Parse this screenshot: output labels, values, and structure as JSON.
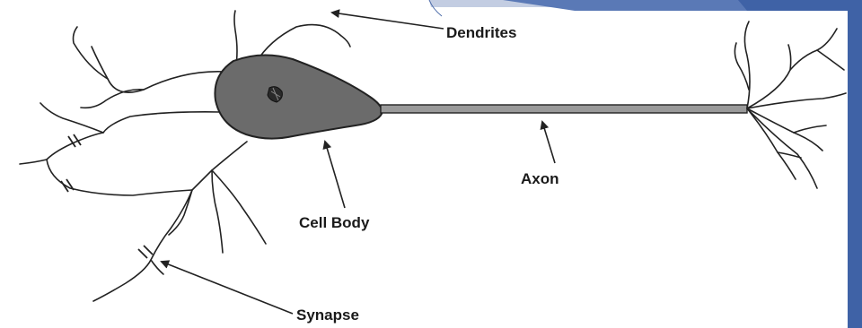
{
  "labels": {
    "dendrites": "Dendrites",
    "cell_body": "Cell Body",
    "axon": "Axon",
    "synapse": "Synapse"
  },
  "colors": {
    "cell_body_fill": "#6b6b6b",
    "line": "#222222",
    "slide_accent_light": "#c3cde2",
    "slide_accent_mid": "#5a79b6",
    "slide_accent_dark": "#3f62a6"
  }
}
